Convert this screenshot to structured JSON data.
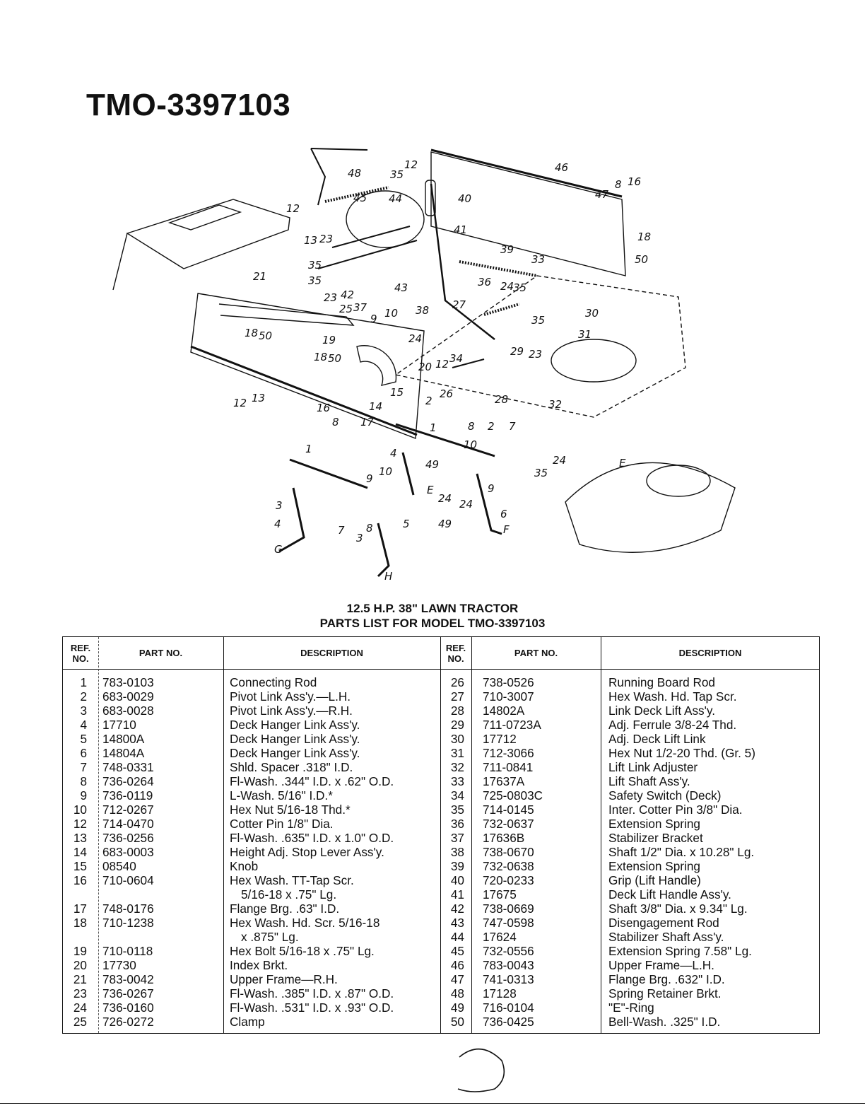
{
  "title": "TMO-3397103",
  "heading": {
    "line1": "12.5 H.P. 38\" LAWN TRACTOR",
    "line2": "PARTS LIST FOR MODEL TMO-3397103"
  },
  "table": {
    "headers": {
      "ref": "REF. NO.",
      "part": "PART NO.",
      "description": "DESCRIPTION"
    },
    "left": [
      {
        "ref": "1",
        "part": "783-0103",
        "desc": "Connecting Rod"
      },
      {
        "ref": "2",
        "part": "683-0029",
        "desc": "Pivot Link Ass'y.—L.H."
      },
      {
        "ref": "3",
        "part": "683-0028",
        "desc": "Pivot Link Ass'y.—R.H."
      },
      {
        "ref": "4",
        "part": "17710",
        "desc": "Deck Hanger Link Ass'y."
      },
      {
        "ref": "5",
        "part": "14800A",
        "desc": "Deck Hanger Link Ass'y."
      },
      {
        "ref": "6",
        "part": "14804A",
        "desc": "Deck Hanger Link Ass'y."
      },
      {
        "ref": "7",
        "part": "748-0331",
        "desc": "Shld. Spacer .318\" I.D."
      },
      {
        "ref": "8",
        "part": "736-0264",
        "desc": "Fl-Wash. .344\" I.D. x .62\" O.D."
      },
      {
        "ref": "9",
        "part": "736-0119",
        "desc": "L-Wash. 5/16\" I.D.*"
      },
      {
        "ref": "10",
        "part": "712-0267",
        "desc": "Hex Nut 5/16-18 Thd.*"
      },
      {
        "ref": "12",
        "part": "714-0470",
        "desc": "Cotter Pin 1/8\" Dia."
      },
      {
        "ref": "13",
        "part": "736-0256",
        "desc": "Fl-Wash. .635\" I.D. x 1.0\" O.D."
      },
      {
        "ref": "14",
        "part": "683-0003",
        "desc": "Height Adj. Stop Lever Ass'y."
      },
      {
        "ref": "15",
        "part": "08540",
        "desc": "Knob"
      },
      {
        "ref": "16",
        "part": "710-0604",
        "desc": "Hex Wash. TT-Tap Scr.",
        "desc2": "5/16-18 x .75\" Lg."
      },
      {
        "ref": "17",
        "part": "748-0176",
        "desc": "Flange Brg. .63\" I.D."
      },
      {
        "ref": "18",
        "part": "710-1238",
        "desc": "Hex Wash. Hd. Scr. 5/16-18",
        "desc2": "x .875\" Lg."
      },
      {
        "ref": "19",
        "part": "710-0118",
        "desc": "Hex Bolt 5/16-18 x .75\" Lg."
      },
      {
        "ref": "20",
        "part": "17730",
        "desc": "Index Brkt."
      },
      {
        "ref": "21",
        "part": "783-0042",
        "desc": "Upper Frame—R.H."
      },
      {
        "ref": "23",
        "part": "736-0267",
        "desc": "Fl-Wash. .385\" I.D. x .87\" O.D."
      },
      {
        "ref": "24",
        "part": "736-0160",
        "desc": "Fl-Wash. .531\" I.D. x .93\" O.D."
      },
      {
        "ref": "25",
        "part": "726-0272",
        "desc": "Clamp"
      }
    ],
    "right": [
      {
        "ref": "26",
        "part": "738-0526",
        "desc": "Running Board Rod"
      },
      {
        "ref": "27",
        "part": "710-3007",
        "desc": "Hex Wash. Hd. Tap Scr."
      },
      {
        "ref": "28",
        "part": "14802A",
        "desc": "Link Deck Lift Ass'y."
      },
      {
        "ref": "29",
        "part": "711-0723A",
        "desc": "Adj. Ferrule 3/8-24 Thd."
      },
      {
        "ref": "30",
        "part": "17712",
        "desc": "Adj. Deck Lift Link"
      },
      {
        "ref": "31",
        "part": "712-3066",
        "desc": "Hex Nut 1/2-20 Thd. (Gr. 5)"
      },
      {
        "ref": "32",
        "part": "711-0841",
        "desc": "Lift Link Adjuster"
      },
      {
        "ref": "33",
        "part": "17637A",
        "desc": "Lift Shaft Ass'y."
      },
      {
        "ref": "34",
        "part": "725-0803C",
        "desc": "Safety Switch (Deck)"
      },
      {
        "ref": "35",
        "part": "714-0145",
        "desc": "Inter. Cotter Pin 3/8\" Dia."
      },
      {
        "ref": "36",
        "part": "732-0637",
        "desc": "Extension Spring"
      },
      {
        "ref": "37",
        "part": "17636B",
        "desc": "Stabilizer Bracket"
      },
      {
        "ref": "38",
        "part": "738-0670",
        "desc": "Shaft 1/2\" Dia. x 10.28\" Lg."
      },
      {
        "ref": "39",
        "part": "732-0638",
        "desc": "Extension Spring"
      },
      {
        "ref": "40",
        "part": "720-0233",
        "desc": "Grip (Lift Handle)"
      },
      {
        "ref": "41",
        "part": "17675",
        "desc": "Deck Lift Handle Ass'y."
      },
      {
        "ref": "42",
        "part": "738-0669",
        "desc": "Shaft 3/8\" Dia. x 9.34\" Lg."
      },
      {
        "ref": "43",
        "part": "747-0598",
        "desc": "Disengagement Rod"
      },
      {
        "ref": "44",
        "part": "17624",
        "desc": "Stabilizer Shaft Ass'y."
      },
      {
        "ref": "45",
        "part": "732-0556",
        "desc": "Extension Spring 7.58\" Lg."
      },
      {
        "ref": "46",
        "part": "783-0043",
        "desc": "Upper Frame—L.H."
      },
      {
        "ref": "47",
        "part": "741-0313",
        "desc": "Flange Brg. .632\" I.D."
      },
      {
        "ref": "48",
        "part": "17128",
        "desc": "Spring Retainer Brkt."
      },
      {
        "ref": "49",
        "part": "716-0104",
        "desc": "\"E\"-Ring"
      },
      {
        "ref": "50",
        "part": "736-0425",
        "desc": "Bell-Wash. .325\" I.D."
      }
    ]
  },
  "diagram": {
    "callouts": [
      "48",
      "35",
      "12",
      "46",
      "8",
      "16",
      "47",
      "18",
      "50",
      "45",
      "44",
      "40",
      "41",
      "12",
      "13",
      "23",
      "35",
      "35",
      "39",
      "33",
      "21",
      "43",
      "23",
      "42",
      "25",
      "37",
      "10",
      "9",
      "38",
      "36",
      "24",
      "35",
      "27",
      "30",
      "35",
      "31",
      "18",
      "50",
      "19",
      "24",
      "29",
      "23",
      "18",
      "50",
      "20",
      "12",
      "34",
      "12",
      "13",
      "15",
      "16",
      "8",
      "14",
      "17",
      "26",
      "28",
      "32",
      "2",
      "1",
      "8",
      "2",
      "7",
      "4",
      "10",
      "49",
      "1",
      "9",
      "10",
      "3",
      "8",
      "4",
      "24",
      "24",
      "49",
      "6",
      "7",
      "3",
      "5",
      "35",
      "24",
      "9"
    ],
    "letter_marks": [
      "E",
      "F",
      "G",
      "H",
      "E"
    ]
  }
}
